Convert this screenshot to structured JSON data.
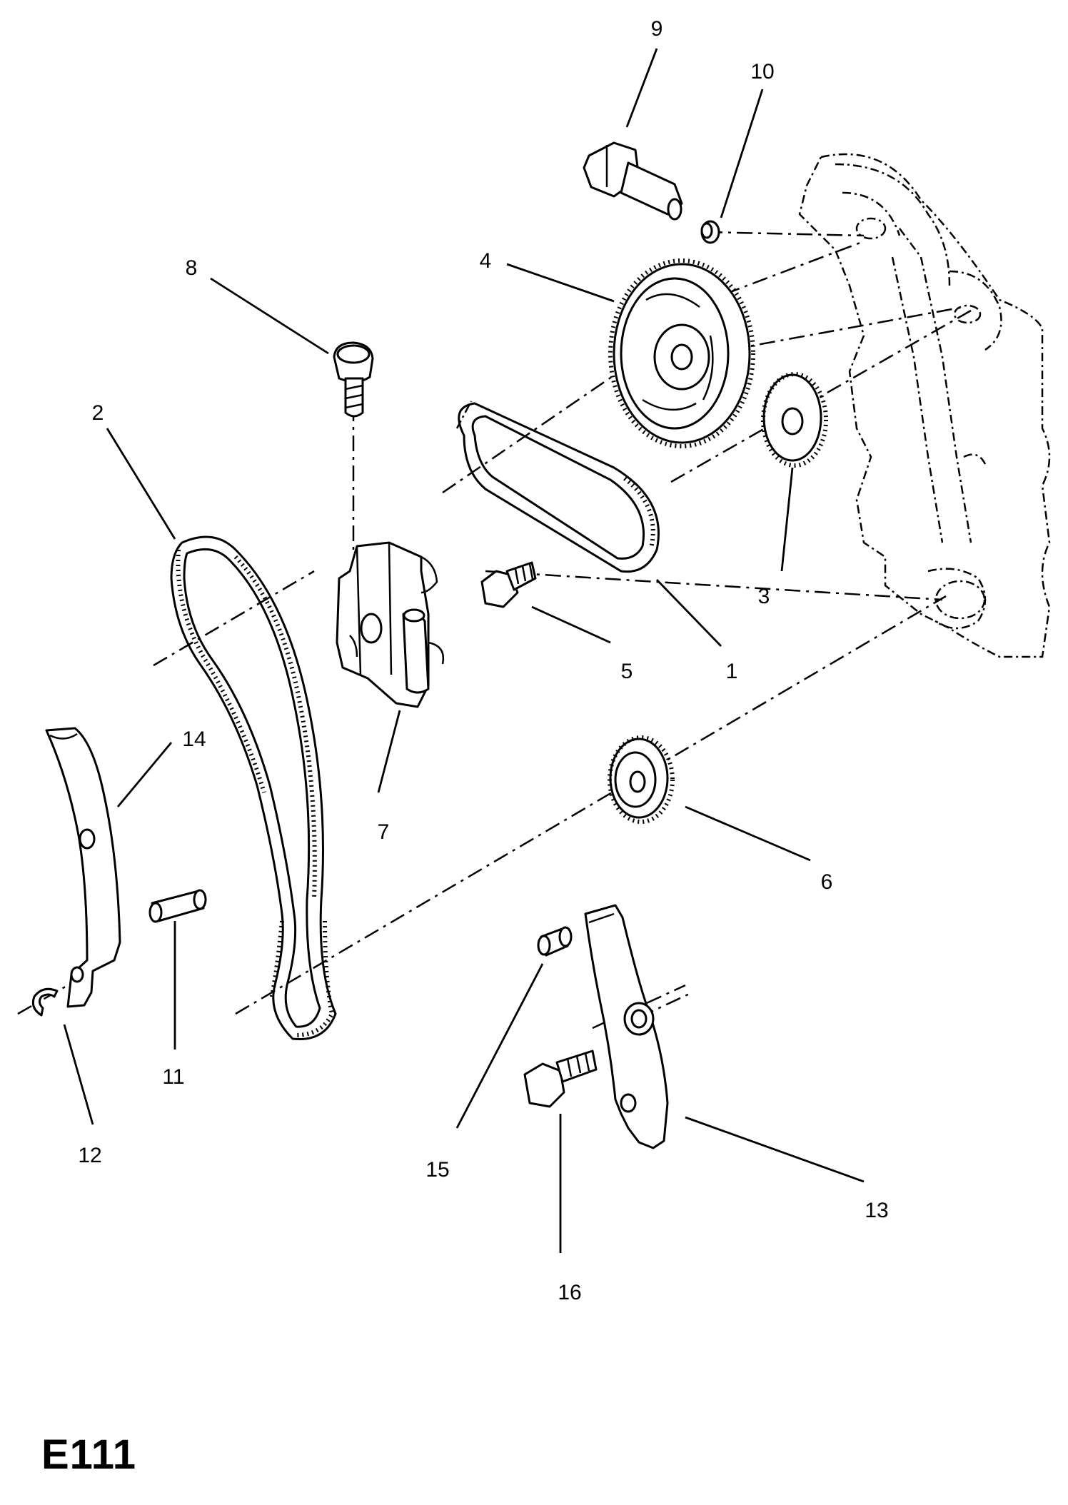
{
  "diagram": {
    "page_code": "E111",
    "callouts": [
      "1",
      "2",
      "3",
      "4",
      "5",
      "6",
      "7",
      "8",
      "9",
      "10",
      "11",
      "12",
      "13",
      "14",
      "15",
      "16"
    ]
  },
  "colors": {
    "ink": "#000000",
    "paper": "#ffffff"
  },
  "icons": [
    "timing-chain",
    "chain-tensioner",
    "sprocket",
    "chain-guide",
    "bolt",
    "pin",
    "circlip",
    "engine-block-outline"
  ]
}
